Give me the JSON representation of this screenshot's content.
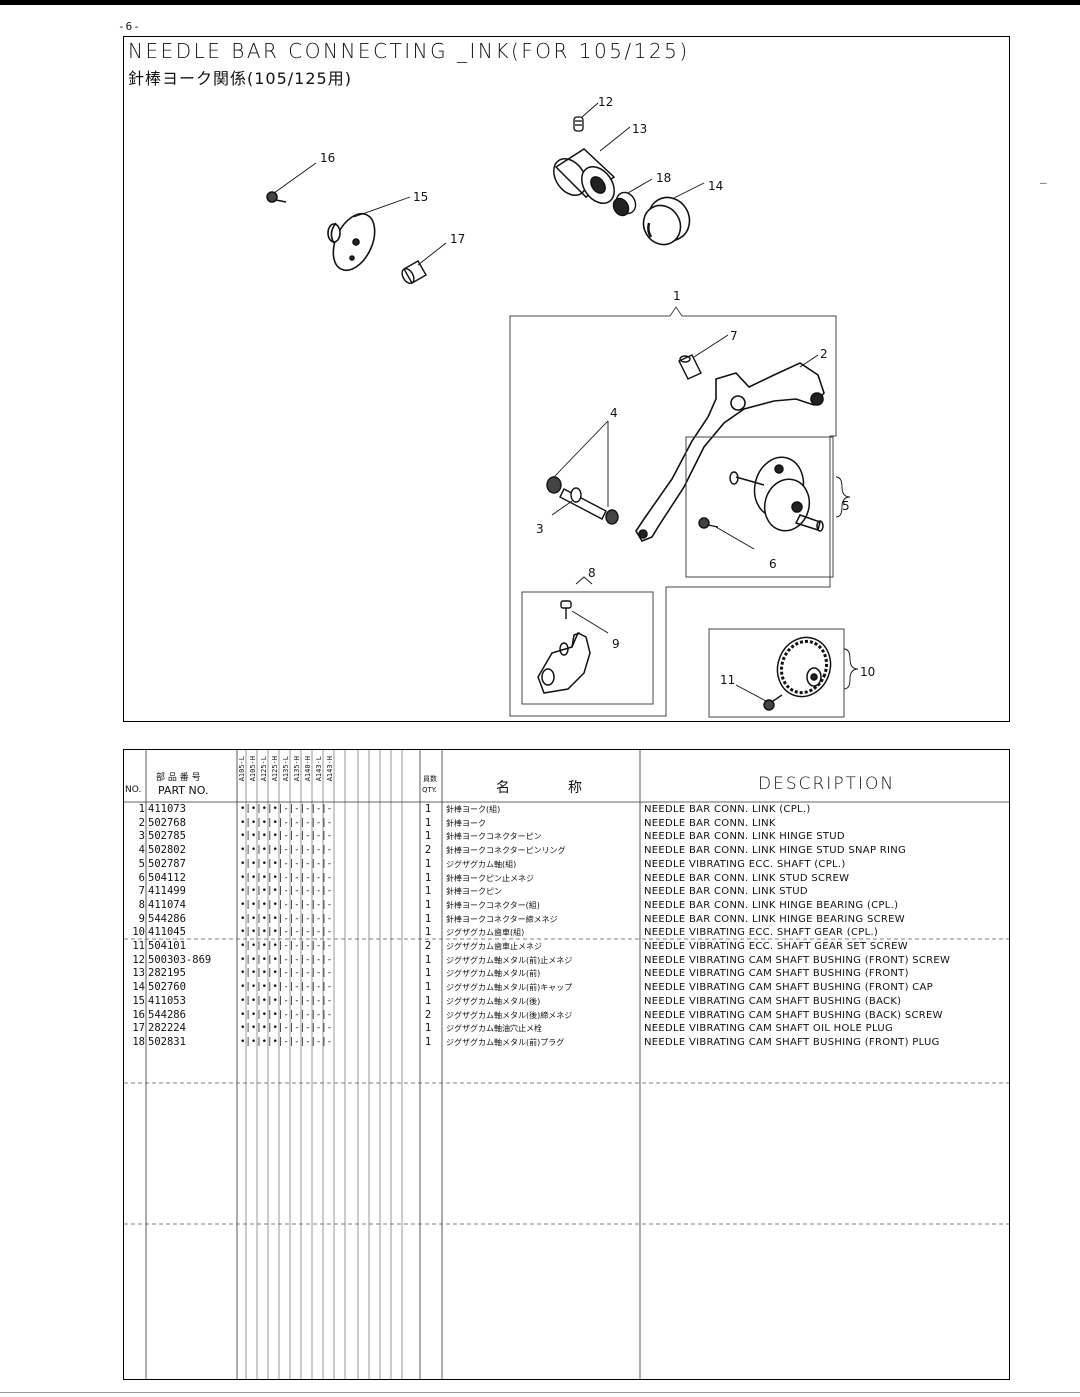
{
  "page_number": "-6-",
  "side_mark": "—",
  "title_en": "NEEDLE BAR CONNECTING _INK(FOR 105/125)",
  "title_jp": "針棒ヨーク関係(105/125用)",
  "callouts": [
    "1",
    "2",
    "3",
    "4",
    "5",
    "6",
    "7",
    "8",
    "9",
    "10",
    "11",
    "12",
    "13",
    "14",
    "15",
    "16",
    "17",
    "18"
  ],
  "table": {
    "headers": {
      "no": "NO.",
      "part_jp": "部 品 番 号",
      "part": "PART NO.",
      "qty_jp": "員数",
      "qty": "QTY.",
      "name_jp_1": "名",
      "name_jp_2": "称",
      "description": "DESCRIPTION"
    },
    "model_columns": [
      "A105-L",
      "A105-H",
      "A125-L",
      "A125-H",
      "A135-L",
      "A135-H",
      "A140-H",
      "A143-L",
      "A143-H"
    ],
    "rows": [
      {
        "no": "1",
        "part": "411073",
        "marks": "•|•|•|•|-|-|-|-|-",
        "qty": "1",
        "jp": "針棒ヨーク(組)",
        "desc": "NEEDLE BAR CONN. LINK (CPL.)"
      },
      {
        "no": "2",
        "part": "502768",
        "marks": "•|•|•|•|-|-|-|-|-",
        "qty": "1",
        "jp": "針棒ヨーク",
        "desc": "NEEDLE BAR CONN. LINK"
      },
      {
        "no": "3",
        "part": "502785",
        "marks": "•|•|•|•|-|-|-|-|-",
        "qty": "1",
        "jp": "針棒ヨークコネクターピン",
        "desc": "NEEDLE BAR CONN. LINK HINGE STUD"
      },
      {
        "no": "4",
        "part": "502802",
        "marks": "•|•|•|•|-|-|-|-|-",
        "qty": "2",
        "jp": "針棒ヨークコネクターピンリング",
        "desc": "NEEDLE BAR CONN. LINK HINGE STUD SNAP RING"
      },
      {
        "no": "5",
        "part": "502787",
        "marks": "•|•|•|•|-|-|-|-|-",
        "qty": "1",
        "jp": "ジグザグカム軸(組)",
        "desc": "NEEDLE VIBRATING ECC. SHAFT (CPL.)"
      },
      {
        "no": "6",
        "part": "504112",
        "marks": "•|•|•|•|-|-|-|-|-",
        "qty": "1",
        "jp": "針棒ヨークピン止メネジ",
        "desc": "NEEDLE BAR CONN. LINK STUD SCREW"
      },
      {
        "no": "7",
        "part": "411499",
        "marks": "•|•|•|•|-|-|-|-|-",
        "qty": "1",
        "jp": "針棒ヨークピン",
        "desc": "NEEDLE BAR CONN. LINK STUD"
      },
      {
        "no": "8",
        "part": "411074",
        "marks": "•|•|•|•|-|-|-|-|-",
        "qty": "1",
        "jp": "針棒ヨークコネクター(組)",
        "desc": "NEEDLE BAR CONN. LINK HINGE BEARING (CPL.)"
      },
      {
        "no": "9",
        "part": "544286",
        "marks": "•|•|•|•|-|-|-|-|-",
        "qty": "1",
        "jp": "針棒ヨークコネクター締メネジ",
        "desc": "NEEDLE BAR CONN. LINK HINGE BEARING SCREW"
      },
      {
        "no": "10",
        "part": "411045",
        "marks": "•|•|•|•|-|-|-|-|-",
        "qty": "1",
        "jp": "ジグザグカム歯車(組)",
        "desc": "NEEDLE VIBRATING ECC. SHAFT GEAR (CPL.)"
      },
      {
        "no": "11",
        "part": "504101",
        "marks": "•|•|•|•|-|-|-|-|-",
        "qty": "2",
        "jp": "ジグザグカム歯車止メネジ",
        "desc": "NEEDLE VIBRATING ECC. SHAFT GEAR SET SCREW"
      },
      {
        "no": "12",
        "part": "500303-869",
        "marks": "•|•|•|•|-|-|-|-|-",
        "qty": "1",
        "jp": "ジグザグカム軸メタル(前)止メネジ",
        "desc": "NEEDLE VIBRATING CAM SHAFT BUSHING (FRONT) SCREW"
      },
      {
        "no": "13",
        "part": "282195",
        "marks": "•|•|•|•|-|-|-|-|-",
        "qty": "1",
        "jp": "ジグザグカム軸メタル(前)",
        "desc": "NEEDLE VIBRATING CAM SHAFT BUSHING (FRONT)"
      },
      {
        "no": "14",
        "part": "502760",
        "marks": "•|•|•|•|-|-|-|-|-",
        "qty": "1",
        "jp": "ジグザグカム軸メタル(前)キャップ",
        "desc": "NEEDLE VIBRATING CAM SHAFT BUSHING (FRONT) CAP"
      },
      {
        "no": "15",
        "part": "411053",
        "marks": "•|•|•|•|-|-|-|-|-",
        "qty": "1",
        "jp": "ジグザグカム軸メタル(後)",
        "desc": "NEEDLE VIBRATING CAM SHAFT BUSHING (BACK)"
      },
      {
        "no": "16",
        "part": "544286",
        "marks": "•|•|•|•|-|-|-|-|-",
        "qty": "2",
        "jp": "ジグザグカム軸メタル(後)締メネジ",
        "desc": "NEEDLE VIBRATING CAM SHAFT BUSHING (BACK) SCREW"
      },
      {
        "no": "17",
        "part": "282224",
        "marks": "•|•|•|•|-|-|-|-|-",
        "qty": "1",
        "jp": "ジグザグカム軸油穴止メ栓",
        "desc": "NEEDLE VIBRATING CAM SHAFT OIL HOLE PLUG"
      },
      {
        "no": "18",
        "part": "502831",
        "marks": "•|•|•|•|-|-|-|-|-",
        "qty": "1",
        "jp": "ジグザグカム軸メタル(前)プラグ",
        "desc": "NEEDLE VIBRATING CAM SHAFT BUSHING (FRONT) PLUG"
      }
    ]
  }
}
